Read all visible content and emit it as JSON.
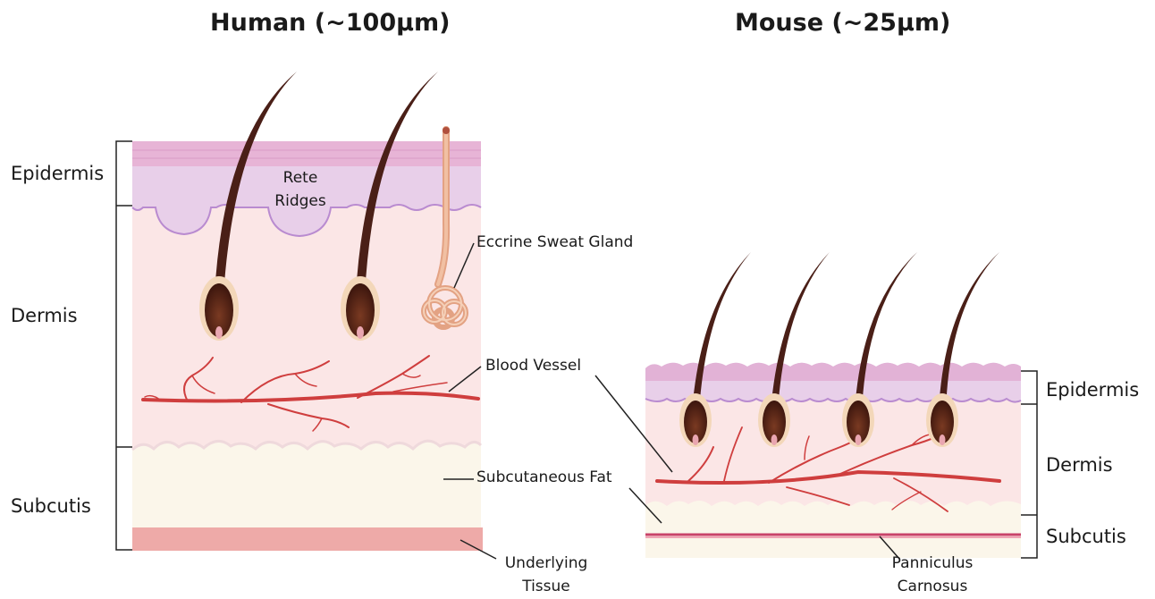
{
  "human": {
    "title": "Human (~100μm)",
    "layers": {
      "epidermis": "Epidermis",
      "dermis": "Dermis",
      "subcutis": "Subcutis"
    },
    "annotations": {
      "rete_ridges_line1": "Rete",
      "rete_ridges_line2": "Ridges",
      "sweat_gland": "Eccrine Sweat Gland",
      "blood_vessel": "Blood Vessel",
      "subcutaneous_fat": "Subcutaneous Fat",
      "underlying_line1": "Underlying",
      "underlying_line2": "Tissue"
    }
  },
  "mouse": {
    "title": "Mouse (~25μm)",
    "layers": {
      "epidermis": "Epidermis",
      "dermis": "Dermis",
      "subcutis": "Subcutis"
    },
    "annotations": {
      "panniculus_line1": "Panniculus",
      "panniculus_line2": "Carnosus"
    }
  },
  "colors": {
    "epidermis_top": "#e7b4d6",
    "epidermis": "#e8cfe9",
    "dermis": "#fbe6e6",
    "fat": "#fbf6ea",
    "underlying": "#eeaaa8",
    "vessel": "#cf3e3e",
    "hair": "#4a1f17"
  }
}
